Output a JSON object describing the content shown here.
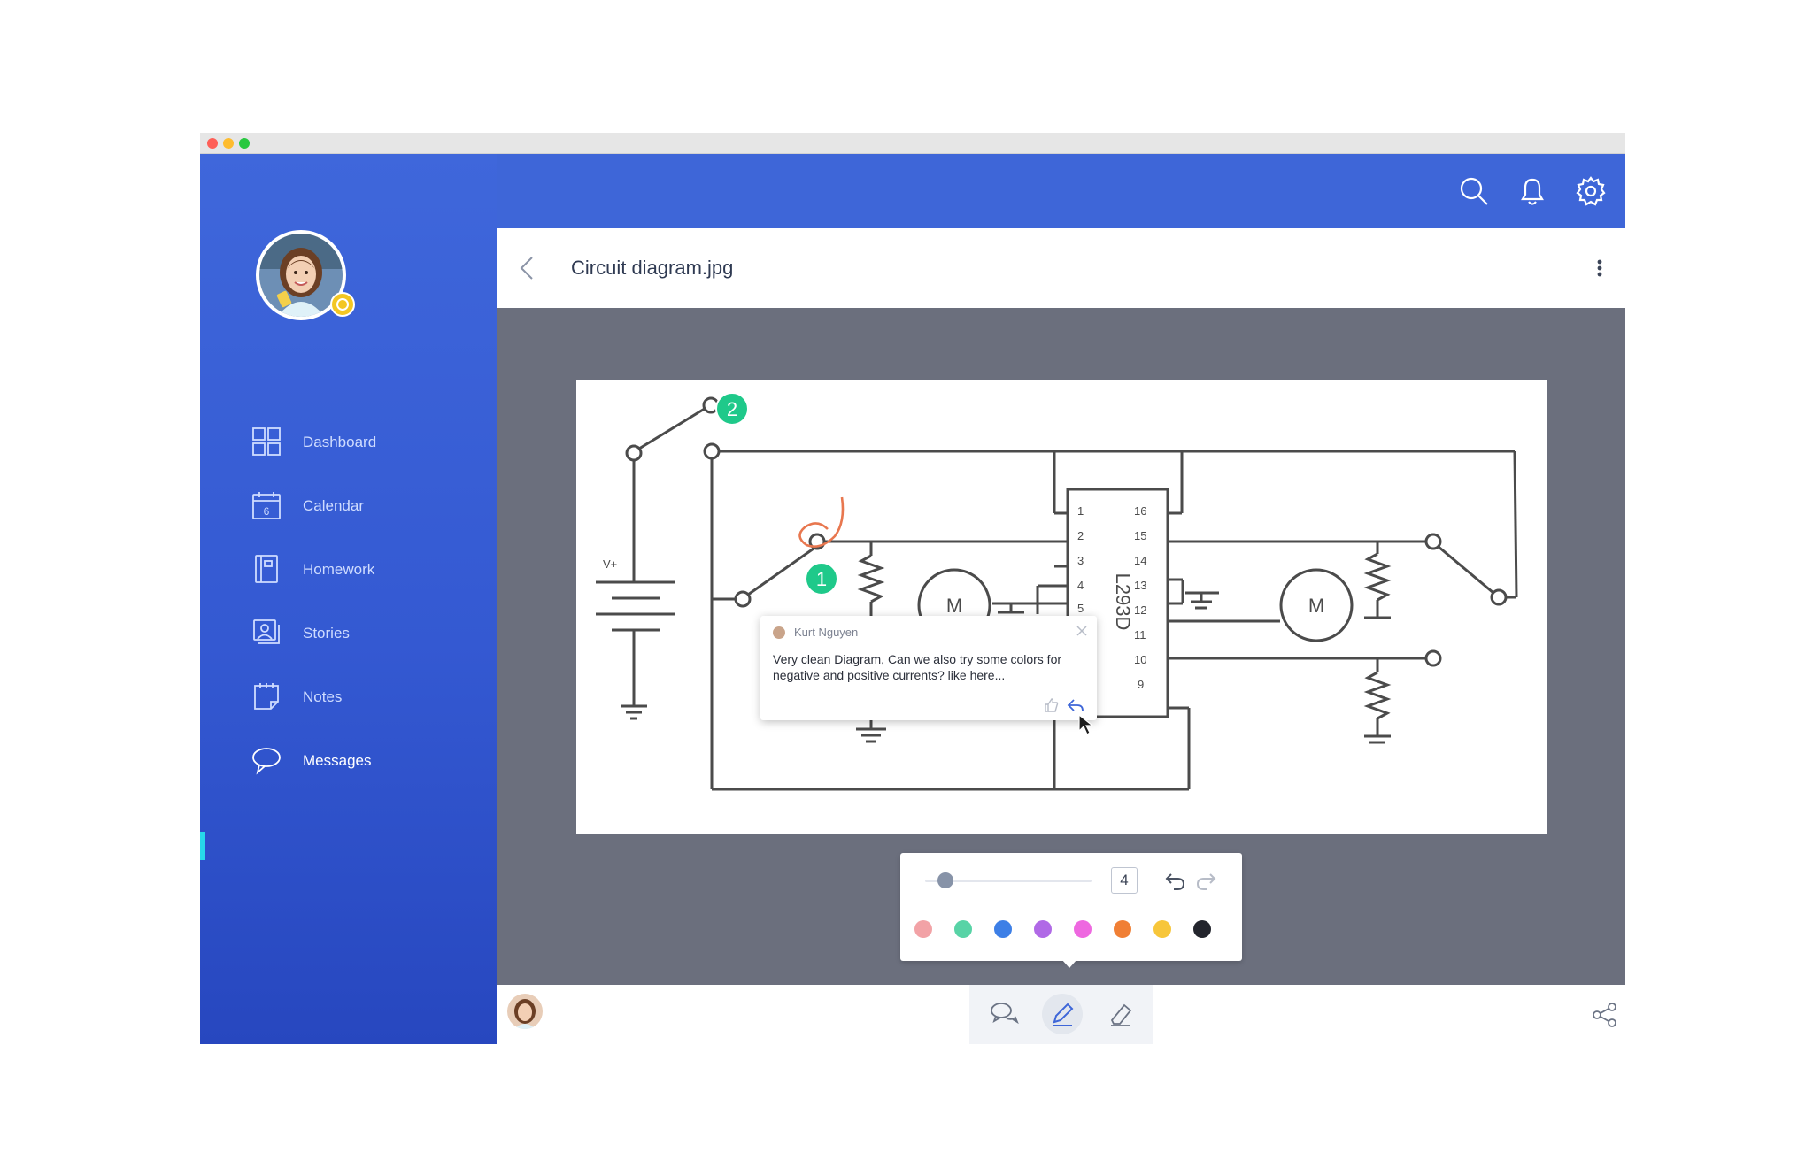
{
  "sidebar": {
    "items": [
      {
        "label": "Dashboard",
        "icon": "dashboard-icon"
      },
      {
        "label": "Calendar",
        "icon": "calendar-icon",
        "day": "6"
      },
      {
        "label": "Homework",
        "icon": "homework-icon"
      },
      {
        "label": "Stories",
        "icon": "stories-icon"
      },
      {
        "label": "Notes",
        "icon": "notes-icon"
      },
      {
        "label": "Messages",
        "icon": "messages-icon",
        "active": true
      }
    ]
  },
  "header": {
    "icons": [
      "search-icon",
      "bell-icon",
      "gear-icon"
    ]
  },
  "document": {
    "title": "Circuit diagram.jpg"
  },
  "circuit": {
    "supply_label": "V+",
    "chip_label": "L293D",
    "pins_left": [
      "1",
      "2",
      "3",
      "4",
      "5"
    ],
    "pins_right": [
      "16",
      "15",
      "14",
      "13",
      "12",
      "11",
      "10",
      "9"
    ],
    "motor_label": "M",
    "markers": [
      "1",
      "2"
    ]
  },
  "comment": {
    "author": "Kurt Nguyen",
    "text": "Very clean Diagram, Can we also try some colors for negative and positive currents? like here..."
  },
  "drawing_toolbar": {
    "stroke_size": "4",
    "stroke_level": 0.12,
    "colors": [
      "#f2a2a6",
      "#58d3a6",
      "#3d7fe6",
      "#b069e6",
      "#ee68e0",
      "#f07f35",
      "#f7c63a",
      "#23252d"
    ]
  },
  "colors": {
    "accent": "#3e66d8",
    "marker_green": "#1fc98a",
    "annotation_orange": "#e8774f",
    "active_indicator": "#27d8ea"
  }
}
